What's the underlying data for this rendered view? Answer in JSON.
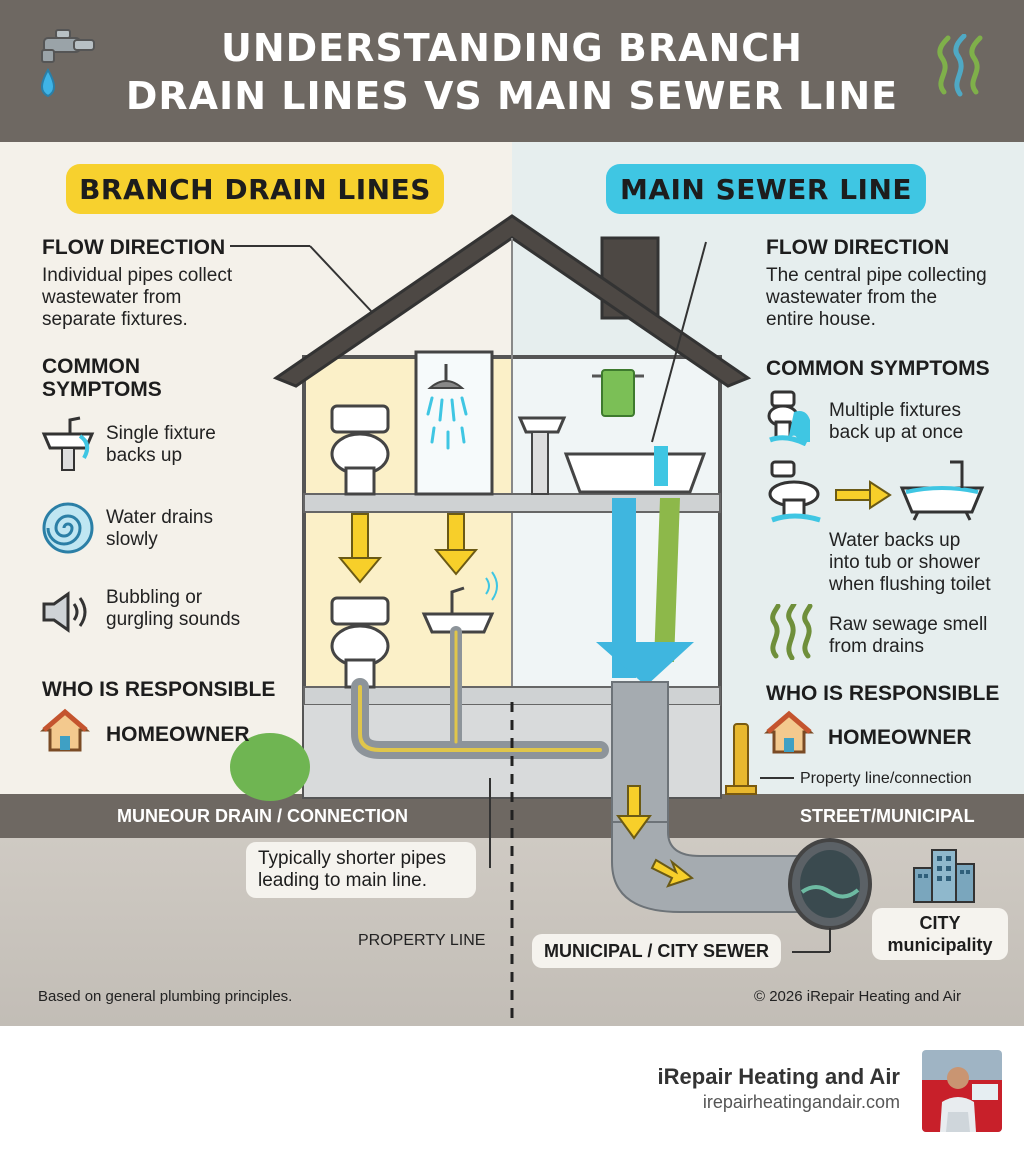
{
  "header": {
    "title_line1": "UNDERSTANDING BRANCH",
    "title_line2": "DRAIN LINES VS MAIN SEWER LINE",
    "faucet_icon": "faucet-icon",
    "odor_icon": "odor-icon"
  },
  "left": {
    "pill": "BRANCH DRAIN LINES",
    "flow_heading": "FLOW DIRECTION",
    "flow_lines": [
      "Individual pipes collect",
      "wastewater from",
      "separate fixtures."
    ],
    "symptoms_heading_lines": [
      "COMMON",
      "SYMPTOMS"
    ],
    "symptoms": [
      {
        "lines": [
          "Single fixture",
          "backs up"
        ],
        "icon": "sink-icon"
      },
      {
        "lines": [
          "Water drains",
          "slowly"
        ],
        "icon": "swirl-icon"
      },
      {
        "lines": [
          "Bubbling or",
          "gurgling sounds"
        ],
        "icon": "speaker-icon"
      }
    ],
    "responsible_heading": "WHO IS RESPONSIBLE",
    "responsible": "HOMEOWNER"
  },
  "right": {
    "pill": "MAIN SEWER LINE",
    "flow_heading": "FLOW DIRECTION",
    "flow_lines": [
      "The central pipe collecting",
      "wastewater from the",
      "entire house."
    ],
    "symptoms_heading": "COMMON SYMPTOMS",
    "symptoms": [
      {
        "lines": [
          "Multiple fixtures",
          "back up at once"
        ],
        "icon": "overflow-toilet-icon"
      },
      {
        "lines": [
          "Water backs up",
          "into tub or shower",
          "when flushing toilet"
        ],
        "icon": "toilet-to-tub-icon"
      },
      {
        "lines": [
          "Raw sewage smell",
          "from drains"
        ],
        "icon": "odor-icon"
      }
    ],
    "responsible_heading": "WHO IS RESPONSIBLE",
    "responsible": "HOMEOWNER",
    "property_connection": "Property line/connection"
  },
  "ground": {
    "left_band": "MUNEOUR DRAIN / CONNECTION",
    "right_band": "STREET/MUNICIPAL",
    "callout_lines": [
      "Typically shorter pipes",
      "leading to main line."
    ],
    "property_line": "PROPERTY LINE",
    "city_sewer": "MUNICIPAL / CITY SEWER",
    "city_lines": [
      "CITY",
      "municipality"
    ],
    "note_left": "Based on general plumbing principles.",
    "note_right": "© 2026 iRepair Heating and Air"
  },
  "footer": {
    "company": "iRepair Heating and Air",
    "url": "irepairheatingandair.com"
  },
  "colors": {
    "header": "#6e6862",
    "yellow": "#f7d12e",
    "cyan": "#3fc6e3",
    "pipe": "#9ea5ab",
    "left_panel": "#f4f1ea",
    "right_panel": "#e6eeee"
  }
}
